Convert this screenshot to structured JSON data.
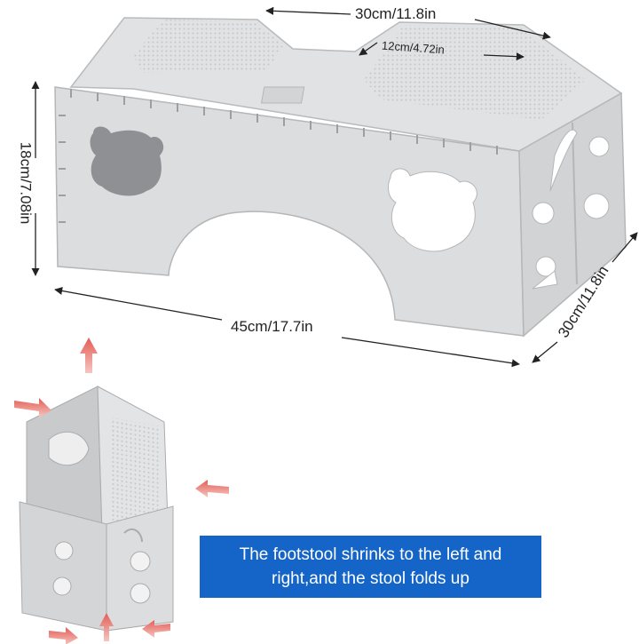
{
  "dimensions": {
    "top_width": "30cm/11.8in",
    "cutout_width": "12cm/4.72in",
    "height": "18cm/7.08in",
    "length": "45cm/17.7in",
    "depth": "30cm/11.8in"
  },
  "caption": {
    "line1": "The footstool shrinks to the left and",
    "line2": "right,and the stool folds up"
  },
  "colors": {
    "stool": "#d9dadb",
    "stool_shadow": "#b9bbbd",
    "arrow": "#e8766f",
    "caption_bg": "#1565c8",
    "caption_text": "#ffffff"
  }
}
